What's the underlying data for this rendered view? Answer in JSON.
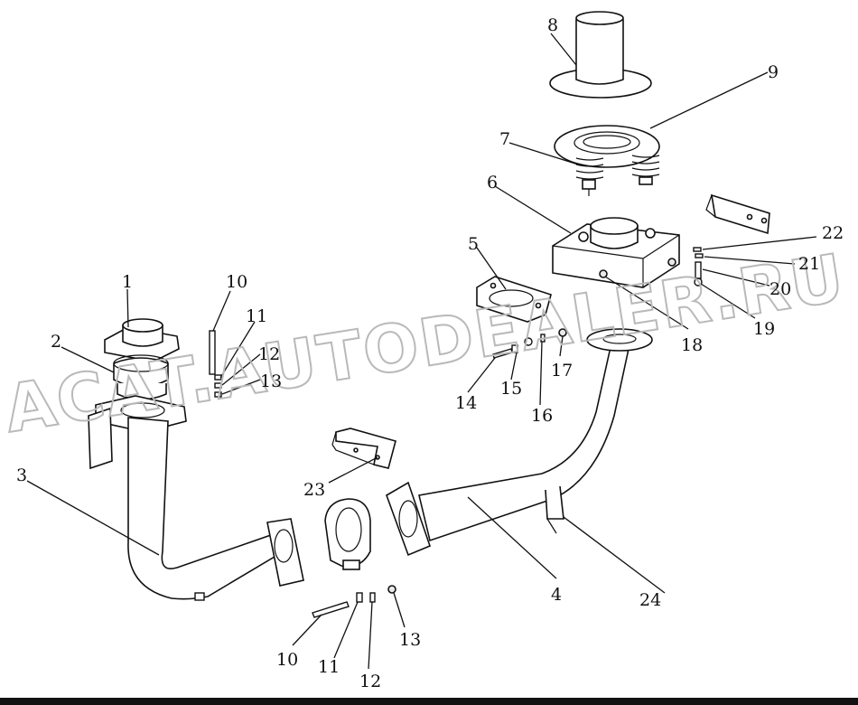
{
  "watermark": "ACAT.AUTODEALER.RU",
  "callouts": [
    {
      "id": "c1",
      "label": "1"
    },
    {
      "id": "c2",
      "label": "2"
    },
    {
      "id": "c3",
      "label": "3"
    },
    {
      "id": "c4",
      "label": "4"
    },
    {
      "id": "c5",
      "label": "5"
    },
    {
      "id": "c6",
      "label": "6"
    },
    {
      "id": "c7",
      "label": "7"
    },
    {
      "id": "c8",
      "label": "8"
    },
    {
      "id": "c9",
      "label": "9"
    },
    {
      "id": "c10a",
      "label": "10"
    },
    {
      "id": "c11a",
      "label": "11"
    },
    {
      "id": "c12a",
      "label": "12"
    },
    {
      "id": "c13a",
      "label": "13"
    },
    {
      "id": "c14",
      "label": "14"
    },
    {
      "id": "c15",
      "label": "15"
    },
    {
      "id": "c16",
      "label": "16"
    },
    {
      "id": "c17",
      "label": "17"
    },
    {
      "id": "c18",
      "label": "18"
    },
    {
      "id": "c19",
      "label": "19"
    },
    {
      "id": "c20",
      "label": "20"
    },
    {
      "id": "c21",
      "label": "21"
    },
    {
      "id": "c22",
      "label": "22"
    },
    {
      "id": "c23",
      "label": "23"
    },
    {
      "id": "c24",
      "label": "24"
    },
    {
      "id": "c10b",
      "label": "10"
    },
    {
      "id": "c11b",
      "label": "11"
    },
    {
      "id": "c12b",
      "label": "12"
    },
    {
      "id": "c13b",
      "label": "13"
    }
  ]
}
